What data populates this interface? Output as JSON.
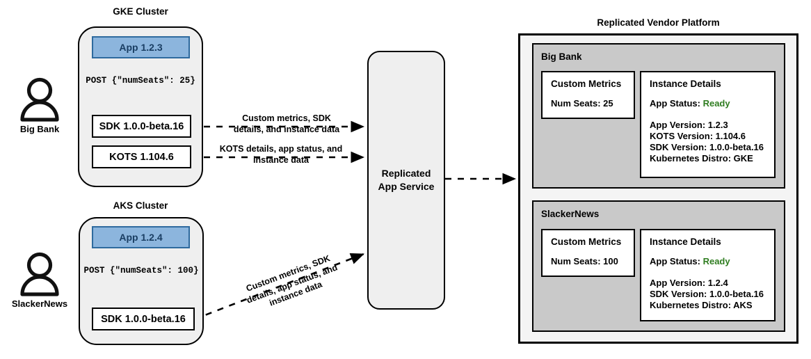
{
  "diagram": {
    "type": "architecture-flow",
    "clusters": [
      {
        "id": "gke",
        "title": "GKE Cluster",
        "actor": "Big Bank",
        "actor_icon": "person-icon",
        "app_label": "App 1.2.3",
        "post_payload": "POST {\"numSeats\": 25}",
        "components": [
          "SDK 1.0.0-beta.16",
          "KOTS 1.104.6"
        ]
      },
      {
        "id": "aks",
        "title": "AKS Cluster",
        "actor": "SlackerNews",
        "actor_icon": "person-icon",
        "app_label": "App 1.2.4",
        "post_payload": "POST {\"numSeats\": 100}",
        "components": [
          "SDK 1.0.0-beta.16"
        ]
      }
    ],
    "service": {
      "line1": "Replicated",
      "line2": "App Service"
    },
    "edges": [
      {
        "id": "gke-sdk-to-service",
        "label_lines": [
          "Custom metrics, SDK",
          "details, and instance data"
        ]
      },
      {
        "id": "gke-kots-to-service",
        "label_lines": [
          "KOTS details, app status, and",
          "instance data"
        ]
      },
      {
        "id": "aks-sdk-to-service",
        "label_lines": [
          "Custom metrics, SDK",
          "details, app status, and",
          "instance data"
        ]
      },
      {
        "id": "service-to-platform",
        "label_lines": []
      }
    ],
    "platform": {
      "title": "Replicated Vendor Platform",
      "tenants": [
        {
          "name": "Big Bank",
          "custom_metrics": {
            "title": "Custom Metrics",
            "rows": [
              "Num Seats: 25"
            ]
          },
          "instance_details": {
            "title": "Instance Details",
            "status_label": "App Status:",
            "status_value": "Ready",
            "rows": [
              "App Version: 1.2.3",
              "KOTS Version: 1.104.6",
              "SDK Version: 1.0.0-beta.16",
              "Kubernetes Distro: GKE"
            ]
          }
        },
        {
          "name": "SlackerNews",
          "custom_metrics": {
            "title": "Custom Metrics",
            "rows": [
              "Num Seats: 100"
            ]
          },
          "instance_details": {
            "title": "Instance Details",
            "status_label": "App Status:",
            "status_value": "Ready",
            "rows": [
              "App Version: 1.2.4",
              "SDK Version: 1.0.0-beta.16",
              "Kubernetes Distro: AKS"
            ]
          }
        }
      ]
    },
    "colors": {
      "app_fill": "#8cb5dd",
      "app_border": "#2e6a9e",
      "app_text": "#1a3e63",
      "cluster_fill": "#efefef",
      "tenant_fill": "#c9c9c9",
      "platform_fill": "#f4f4f4",
      "status_ready": "#2f7d20",
      "stroke": "#000000"
    }
  }
}
